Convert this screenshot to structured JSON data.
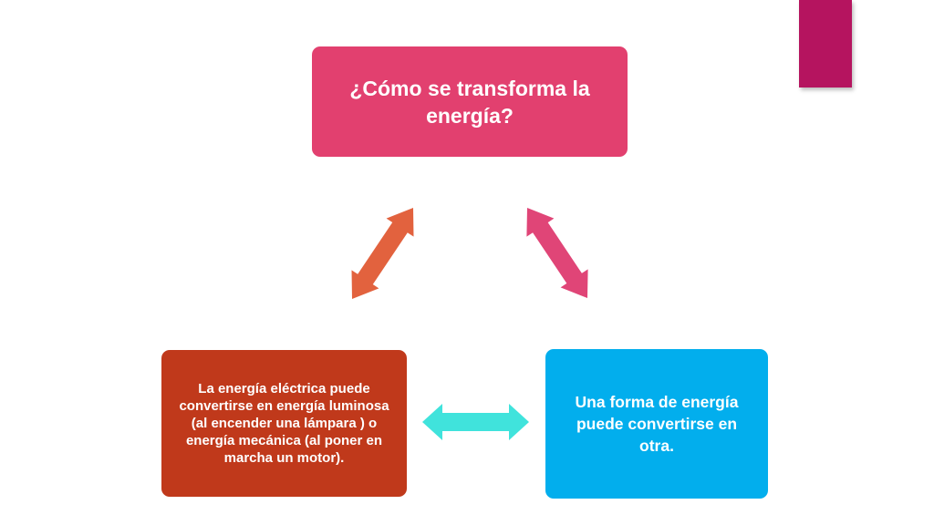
{
  "diagram": {
    "top_box": {
      "text": "¿Cómo se transforma la energía?"
    },
    "right_box": {
      "text": "Una forma de energía  puede convertirse en otra."
    },
    "left_box": {
      "text": "La energía eléctrica puede convertirse   en energía luminosa  (al encender una lámpara ) o energía mecánica  (al poner en marcha un motor)."
    }
  },
  "colors": {
    "top_box": "#e2406f",
    "right_box": "#02aeed",
    "left_box": "#c0391b",
    "corner_tab": "#b5145f",
    "arrow_left": "#e2623e",
    "arrow_right": "#e04577",
    "arrow_bottom": "#40e3dc"
  },
  "arrows": [
    {
      "name": "double-arrow-left",
      "connects": [
        "left_box",
        "top_box"
      ],
      "type": "bidirectional"
    },
    {
      "name": "double-arrow-right",
      "connects": [
        "top_box",
        "right_box"
      ],
      "type": "bidirectional"
    },
    {
      "name": "double-arrow-bottom",
      "connects": [
        "left_box",
        "right_box"
      ],
      "type": "bidirectional"
    }
  ]
}
